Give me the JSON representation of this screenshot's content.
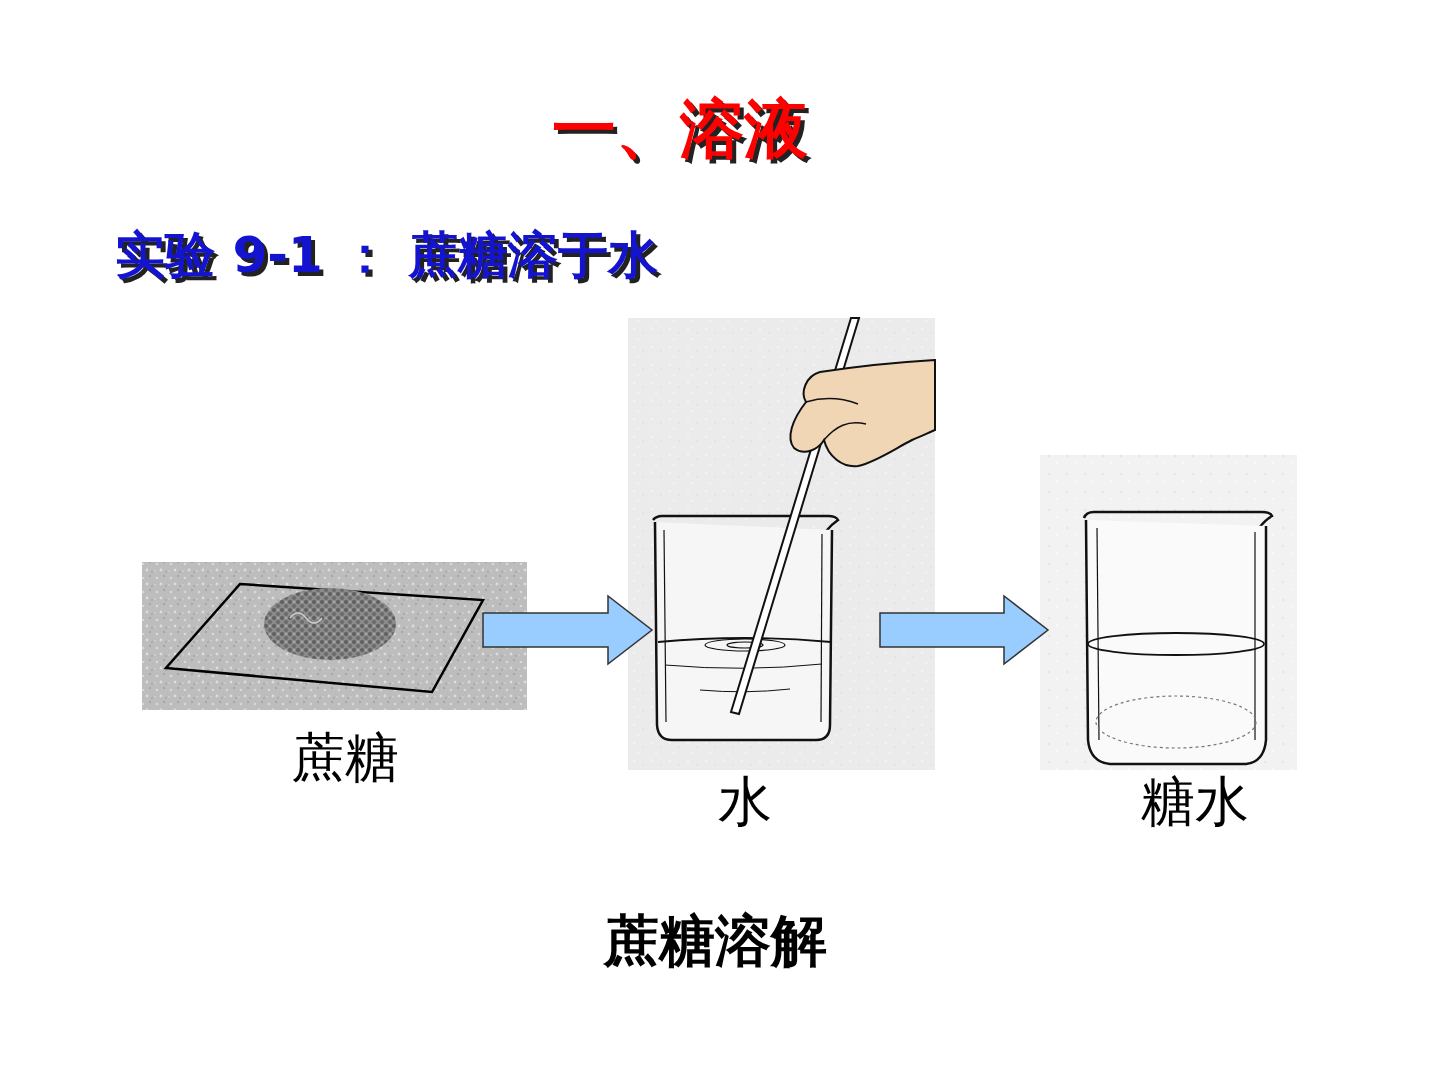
{
  "diagram": {
    "title": "一、溶液",
    "caption": "蔗糖溶解",
    "nodes": [
      {
        "text": [
          "蔗糖"
        ]
      },
      {
        "text": [
          "水"
        ]
      },
      {
        "text": [
          "糖水"
        ]
      }
    ],
    "edges": [
      {
        "from": 0,
        "to": 1,
        "arrow": "to"
      },
      {
        "from": 1,
        "to": 2,
        "arrow": "to"
      }
    ],
    "labels": [
      "实验 9-1 ： 蔗糖溶于水"
    ]
  }
}
